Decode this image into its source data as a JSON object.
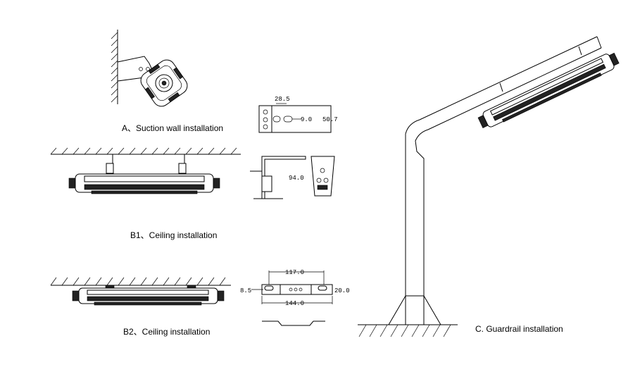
{
  "captions": {
    "wall": "A、Suction wall installation",
    "ceiling1": "B1、Ceiling installation",
    "ceiling2": "B2、Ceiling installation",
    "guardrail": "C. Guardrail installation"
  },
  "dimensions": {
    "wall_bracket_width": "28.5",
    "wall_bracket_slot": "9.0",
    "wall_bracket_length": "50.7",
    "ceiling_bracket_height": "94.0",
    "plate_hole_spacing": "117.0",
    "plate_slot": "8.5",
    "plate_height": "20.0",
    "plate_length": "144.0"
  }
}
